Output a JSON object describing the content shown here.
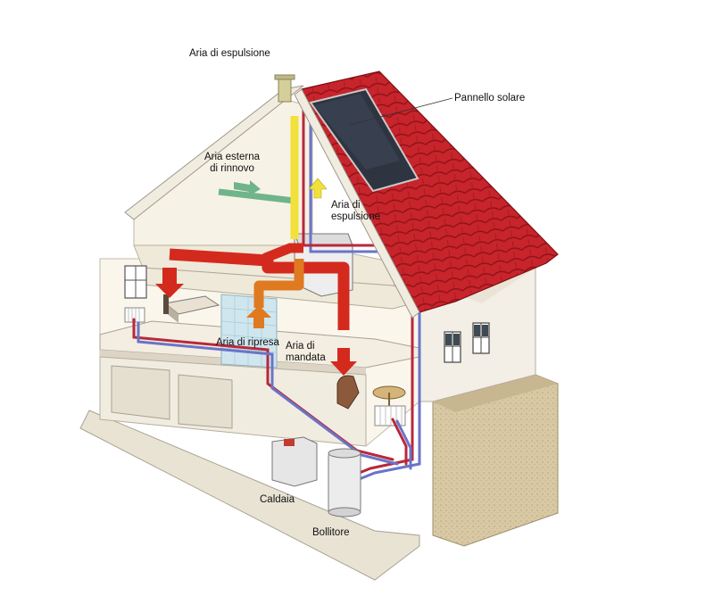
{
  "labels": {
    "exhaust_top": "Aria di espulsione",
    "solar_panel": "Pannello solare",
    "fresh_air_line1": "Aria esterna",
    "fresh_air_line2": "di rinnovo",
    "exhaust_mid_line1": "Aria di",
    "exhaust_mid_line2": "espulsione",
    "return_air": "Aria di ripresa",
    "supply_air_line1": "Aria di",
    "supply_air_line2": "mandata",
    "boiler": "Caldaia",
    "water_heater": "Bollitore"
  },
  "colors": {
    "roof": "#c8242c",
    "supply_duct": "#d42a1e",
    "return_duct": "#e07a20",
    "exhaust_duct": "#f2e13a",
    "fresh_air_duct": "#6fb48a",
    "heating_pipe_hot": "#b8283a",
    "heating_pipe_cold": "#6a74c8",
    "wall": "#f6f1e6",
    "wall_shadow": "#e6e0d2",
    "ground": "#d8c9a4"
  }
}
